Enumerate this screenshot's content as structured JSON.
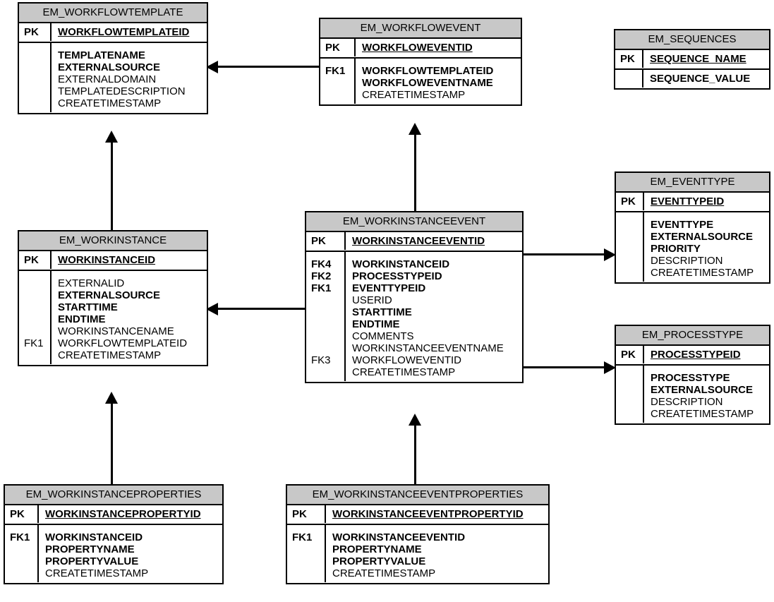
{
  "diagram": {
    "type": "entity-relationship-diagram",
    "title": "",
    "colors": {
      "title_bar": "#c8c8c8",
      "border": "#000000",
      "body": "#ffffff",
      "connector": "#000000"
    },
    "key_labels": {
      "pk": "PK",
      "fk1": "FK1",
      "fk2": "FK2",
      "fk3": "FK3",
      "fk4": "FK4"
    }
  },
  "entities": [
    {
      "id": "em_workflowtemplate",
      "name": "EM_WORKFLOWTEMPLATE",
      "pk": {
        "key": "PK",
        "attr": "WORKFLOWTEMPLATEID"
      },
      "keys": [
        "",
        "",
        "",
        "",
        ""
      ],
      "attributes": [
        {
          "name": "TEMPLATENAME",
          "bold": true
        },
        {
          "name": "EXTERNALSOURCE",
          "bold": true
        },
        {
          "name": "EXTERNALDOMAIN",
          "bold": false
        },
        {
          "name": "TEMPLATEDESCRIPTION",
          "bold": false
        },
        {
          "name": "CREATETIMESTAMP",
          "bold": false
        }
      ]
    },
    {
      "id": "em_workflowevent",
      "name": "EM_WORKFLOWEVENT",
      "pk": {
        "key": "PK",
        "attr": "WORKFLOWEVENTID"
      },
      "keys": [
        "FK1",
        "",
        ""
      ],
      "attributes": [
        {
          "name": "WORKFLOWTEMPLATEID",
          "bold": true
        },
        {
          "name": "WORKFLOWEVENTNAME",
          "bold": true
        },
        {
          "name": "CREATETIMESTAMP",
          "bold": false
        }
      ]
    },
    {
      "id": "em_sequences",
      "name": "EM_SEQUENCES",
      "pk": {
        "key": "PK",
        "attr": "SEQUENCE_NAME"
      },
      "keys": [
        ""
      ],
      "attributes": [
        {
          "name": "SEQUENCE_VALUE",
          "bold": true
        }
      ]
    },
    {
      "id": "em_workinstance",
      "name": "EM_WORKINSTANCE",
      "pk": {
        "key": "PK",
        "attr": "WORKINSTANCEID"
      },
      "keys": [
        "",
        "",
        "",
        "",
        "",
        "FK1",
        ""
      ],
      "attributes": [
        {
          "name": "EXTERNALID",
          "bold": false
        },
        {
          "name": "EXTERNALSOURCE",
          "bold": true
        },
        {
          "name": "STARTTIME",
          "bold": true
        },
        {
          "name": "ENDTIME",
          "bold": true
        },
        {
          "name": "WORKINSTANCENAME",
          "bold": false
        },
        {
          "name": "WORKFLOWTEMPLATEID",
          "bold": false
        },
        {
          "name": "CREATETIMESTAMP",
          "bold": false
        }
      ]
    },
    {
      "id": "em_workinstanceevent",
      "name": "EM_WORKINSTANCEEVENT",
      "pk": {
        "key": "PK",
        "attr": "WORKINSTANCEEVENTID"
      },
      "keys": [
        "FK4",
        "FK2",
        "FK1",
        "",
        "",
        "",
        "",
        "",
        "FK3",
        ""
      ],
      "attributes": [
        {
          "name": "WORKINSTANCEID",
          "bold": true
        },
        {
          "name": "PROCESSTYPEID",
          "bold": true
        },
        {
          "name": "EVENTTYPEID",
          "bold": true
        },
        {
          "name": "USERID",
          "bold": false
        },
        {
          "name": "STARTTIME",
          "bold": true
        },
        {
          "name": "ENDTIME",
          "bold": true
        },
        {
          "name": "COMMENTS",
          "bold": false
        },
        {
          "name": "WORKINSTANCEEVENTNAME",
          "bold": false
        },
        {
          "name": "WORKFLOWEVENTID",
          "bold": false
        },
        {
          "name": "CREATETIMESTAMP",
          "bold": false
        }
      ]
    },
    {
      "id": "em_eventtype",
      "name": "EM_EVENTTYPE",
      "pk": {
        "key": "PK",
        "attr": "EVENTTYPEID"
      },
      "keys": [
        "",
        "",
        "",
        "",
        ""
      ],
      "attributes": [
        {
          "name": "EVENTTYPE",
          "bold": true
        },
        {
          "name": "EXTERNALSOURCE",
          "bold": true
        },
        {
          "name": "PRIORITY",
          "bold": true
        },
        {
          "name": "DESCRIPTION",
          "bold": false
        },
        {
          "name": "CREATETIMESTAMP",
          "bold": false
        }
      ]
    },
    {
      "id": "em_processtype",
      "name": "EM_PROCESSTYPE",
      "pk": {
        "key": "PK",
        "attr": "PROCESSTYPEID"
      },
      "keys": [
        "",
        "",
        "",
        ""
      ],
      "attributes": [
        {
          "name": "PROCESSTYPE",
          "bold": true
        },
        {
          "name": "EXTERNALSOURCE",
          "bold": true
        },
        {
          "name": "DESCRIPTION",
          "bold": false
        },
        {
          "name": "CREATETIMESTAMP",
          "bold": false
        }
      ]
    },
    {
      "id": "em_workinstanceproperties",
      "name": "EM_WORKINSTANCEPROPERTIES",
      "pk": {
        "key": "PK",
        "attr": "WORKINSTANCEPROPERTYID"
      },
      "keys": [
        "FK1",
        "",
        "",
        ""
      ],
      "attributes": [
        {
          "name": "WORKINSTANCEID",
          "bold": true
        },
        {
          "name": "PROPERTYNAME",
          "bold": true
        },
        {
          "name": "PROPERTYVALUE",
          "bold": true
        },
        {
          "name": "CREATETIMESTAMP",
          "bold": false
        }
      ]
    },
    {
      "id": "em_workinstanceeventproperties",
      "name": "EM_WORKINSTANCEEVENTPROPERTIES",
      "pk": {
        "key": "PK",
        "attr": "WORKINSTANCEEVENTPROPERTYID"
      },
      "keys": [
        "FK1",
        "",
        "",
        ""
      ],
      "attributes": [
        {
          "name": "WORKINSTANCEEVENTID",
          "bold": true
        },
        {
          "name": "PROPERTYNAME",
          "bold": true
        },
        {
          "name": "PROPERTYVALUE",
          "bold": true
        },
        {
          "name": "CREATETIMESTAMP",
          "bold": false
        }
      ]
    }
  ],
  "relationships": [
    {
      "from": "em_workflowevent",
      "to": "em_workflowtemplate",
      "direction": "left"
    },
    {
      "from": "em_workinstance",
      "to": "em_workflowtemplate",
      "direction": "up"
    },
    {
      "from": "em_workinstanceevent",
      "to": "em_workflowevent",
      "direction": "up"
    },
    {
      "from": "em_workinstanceevent",
      "to": "em_workinstance",
      "direction": "left"
    },
    {
      "from": "em_workinstanceevent",
      "to": "em_eventtype",
      "direction": "right"
    },
    {
      "from": "em_workinstanceevent",
      "to": "em_processtype",
      "direction": "right"
    },
    {
      "from": "em_workinstanceproperties",
      "to": "em_workinstance",
      "direction": "up"
    },
    {
      "from": "em_workinstanceeventproperties",
      "to": "em_workinstanceevent",
      "direction": "up"
    }
  ]
}
